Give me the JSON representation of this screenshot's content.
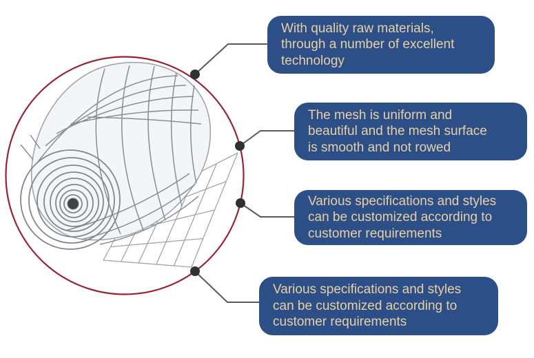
{
  "figure": {
    "subject": "welded-wire-mesh-roll"
  },
  "callouts": [
    {
      "lines": [
        "With quality raw materials,",
        "through a number of excellent",
        "technology"
      ]
    },
    {
      "lines": [
        "The mesh is uniform and",
        "beautiful and the mesh surface",
        "is smooth and not rowed"
      ]
    },
    {
      "lines": [
        "Various specifications and styles",
        "can be customized according to",
        "customer requirements"
      ]
    },
    {
      "lines": [
        "Various specifications and styles",
        "can be customized according to",
        "customer requirements"
      ]
    }
  ],
  "colors": {
    "callout_background": "#2d4f88",
    "callout_text": "#e8d0a5",
    "circle_border": "#9a2134",
    "connector_line": "#58595b",
    "connector_dot": "#2f3133",
    "background": "#ffffff",
    "wire_gray": "#878d94"
  },
  "icons": {
    "connector_dot": "filled-circle"
  }
}
